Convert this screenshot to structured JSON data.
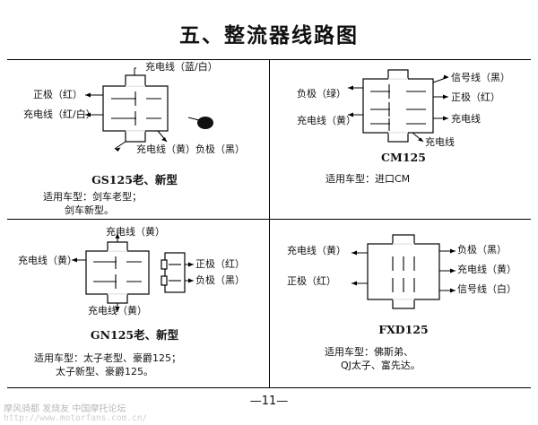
{
  "page": {
    "title": "五、整流器线路图",
    "page_number": "—11—",
    "watermark_text": "摩风骑都 发烧友 中国摩托论坛",
    "watermark_url": "http://www.motorfans.com.cn/"
  },
  "diagrams": [
    {
      "id": "gs125",
      "caption": "GS125老、新型",
      "applicable_lines": [
        "适用车型：剑车老型；",
        "剑车新型。"
      ],
      "labels": {
        "top": "充电线（蓝/白）",
        "left_upper": "正极（红）",
        "left_lower": "充电线（红/白）",
        "bottom_left": "充电线（黄）",
        "bottom_right": "负极（黑）"
      }
    },
    {
      "id": "cm125",
      "caption": "CM125",
      "applicable_lines": [
        "适用车型：进口CM"
      ],
      "labels": {
        "left_upper": "负极（绿）",
        "left_lower": "充电线（黄）",
        "right_upper": "信号线（黑）",
        "right_mid": "正极（红）",
        "right_lower": "充电线",
        "bottom": "充电线"
      }
    },
    {
      "id": "gn125",
      "caption": "GN125老、新型",
      "applicable_lines": [
        "适用车型：太子老型、豪爵125；",
        "太子新型、豪爵125。"
      ],
      "labels": {
        "top": "充电线（黄）",
        "left": "充电线（黄）",
        "bottom": "充电线（黄）",
        "right_upper": "正极（红）",
        "right_lower": "负极（黑）"
      }
    },
    {
      "id": "fxd125",
      "caption": "FXD125",
      "applicable_lines": [
        "适用车型：佛斯弟、",
        "QJ太子、富先达。"
      ],
      "labels": {
        "left_upper": "充电线（黄）",
        "left_lower": "正极（红）",
        "right_upper": "负极（黑）",
        "right_mid": "充电线（黄）",
        "right_lower": "信号线（白）"
      }
    }
  ]
}
